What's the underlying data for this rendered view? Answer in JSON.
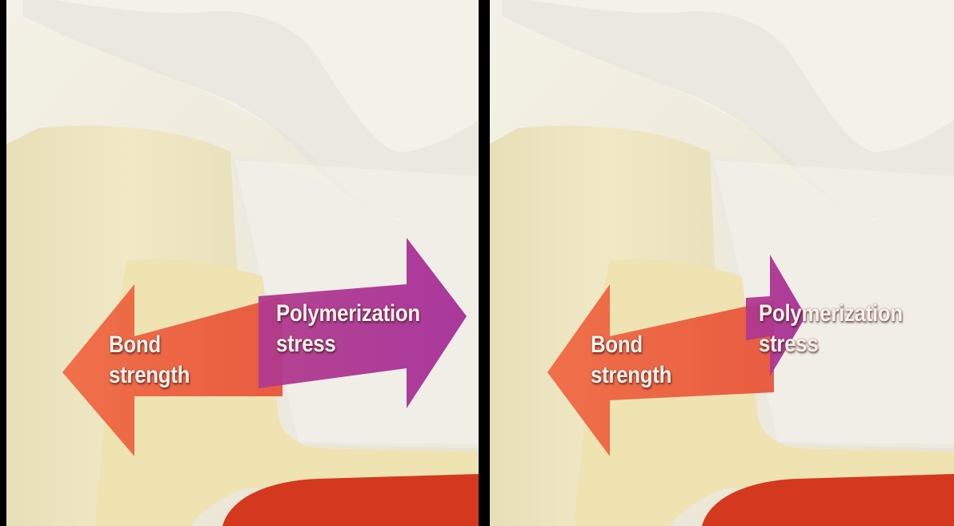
{
  "panels": [
    {
      "bond_label": [
        "Bond",
        "strength"
      ],
      "stress_label": [
        "Polymerization",
        "stress"
      ]
    },
    {
      "bond_label": [
        "Bond",
        "strength"
      ],
      "stress_label": [
        "Polymerization",
        "stress"
      ]
    }
  ],
  "colors": {
    "bond_arrow": "#ef5a3c",
    "stress_arrow": "#a6329a",
    "dentin": "#efe6bf",
    "enamel": "#f2efe4",
    "filling": "#ece8de",
    "pulp": "#d4371f",
    "background": "#000000"
  }
}
